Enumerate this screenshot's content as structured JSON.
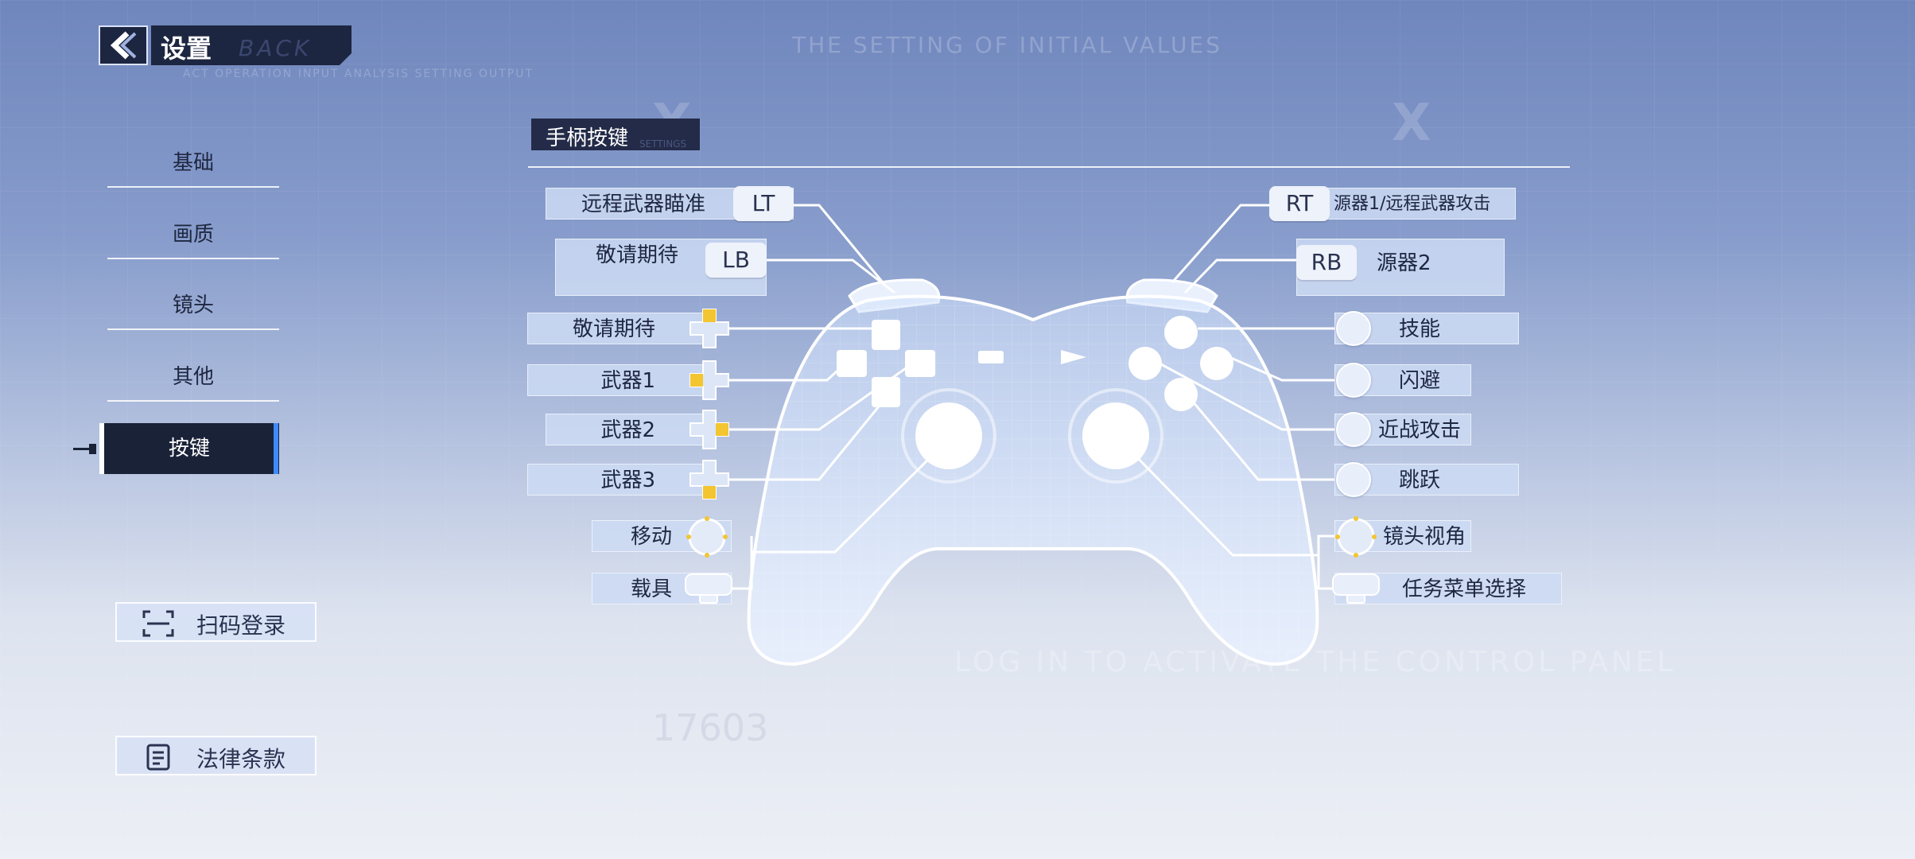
{
  "header": {
    "title": "设置",
    "back_watermark": "BACK"
  },
  "background": {
    "headline": "THE SETTING OF INITIAL VALUES",
    "columns_text": "ACT   OPERATION   INPUT   ANALYSIS   SETTING   OUTPUT",
    "big_x": "X",
    "bottom_text": "LOG IN TO ACTIVATE THE CONTROL PANEL",
    "number": "17603"
  },
  "nav": {
    "items": [
      {
        "label": "基础"
      },
      {
        "label": "画质"
      },
      {
        "label": "镜头"
      },
      {
        "label": "其他"
      }
    ],
    "active": {
      "label": "按键"
    }
  },
  "side_buttons": {
    "scan_login": "扫码登录",
    "legal": "法律条款"
  },
  "section": {
    "title": "手柄按键",
    "subtitle": "SETTINGS"
  },
  "mapping": {
    "lt": {
      "key": "LT",
      "label": "远程武器瞄准"
    },
    "lb": {
      "key": "LB",
      "label": "敬请期待"
    },
    "dpad_up": {
      "label": "敬请期待"
    },
    "dpad_left": {
      "label": "武器1"
    },
    "dpad_right": {
      "label": "武器2"
    },
    "dpad_down": {
      "label": "武器3"
    },
    "left_stick": {
      "label": "移动"
    },
    "view_button": {
      "label": "载具"
    },
    "rt": {
      "key": "RT",
      "label": "源器1/远程武器攻击"
    },
    "rb": {
      "key": "RB",
      "label": "源器2"
    },
    "btn_y": {
      "label": "技能"
    },
    "btn_x": {
      "label": "闪避"
    },
    "btn_b": {
      "label": "近战攻击"
    },
    "btn_a": {
      "label": "跳跃"
    },
    "right_stick": {
      "label": "镜头视角"
    },
    "menu_button": {
      "label": "任务菜单选择"
    }
  },
  "colors": {
    "dark_panel": "#1d2640",
    "accent_blue": "#3d8bff",
    "dpad_highlight": "#f3c531",
    "label_bg": "#cddaf3"
  }
}
